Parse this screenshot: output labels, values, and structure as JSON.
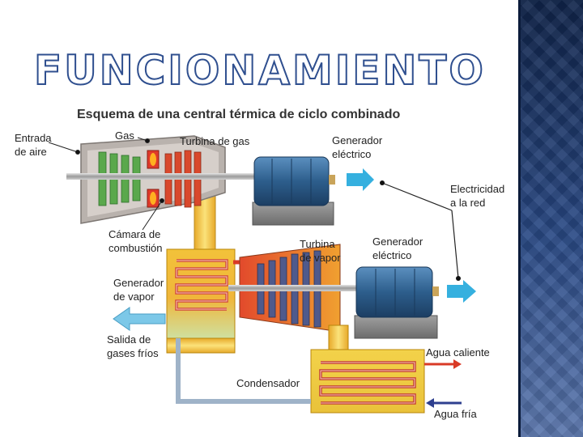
{
  "slide": {
    "title": "FUNCIONAMIENTO"
  },
  "diagram": {
    "title": "Esquema de una central térmica de ciclo combinado",
    "labels": {
      "entrada_line1": "Entrada",
      "entrada_line2": "de aire",
      "gas": "Gas",
      "turbina_gas": "Turbina de gas",
      "generador1_line1": "Generador",
      "generador1_line2": "eléctrico",
      "electricidad_line1": "Electricidad",
      "electricidad_line2": "a la red",
      "camara_line1": "Cámara de",
      "camara_line2": "combustión",
      "turbina_vapor_line1": "Turbina",
      "turbina_vapor_line2": "de vapor",
      "generador2_line1": "Generador",
      "generador2_line2": "eléctrico",
      "gen_vapor_line1": "Generador",
      "gen_vapor_line2": "de vapor",
      "salida_line1": "Salida de",
      "salida_line2": "gases fríos",
      "agua_caliente": "Agua caliente",
      "condensador": "Condensador",
      "agua_fria": "Agua fría"
    }
  },
  "colors": {
    "background_band": "#1f3a6e",
    "title_outline": "#2f4f8f",
    "generator_blue": "#2d5e8c",
    "arrow_cyan": "#35b0df",
    "hot_red": "#d93a26",
    "cold_blue": "#2e3f8f",
    "duct_yellow": "#f3c744"
  }
}
